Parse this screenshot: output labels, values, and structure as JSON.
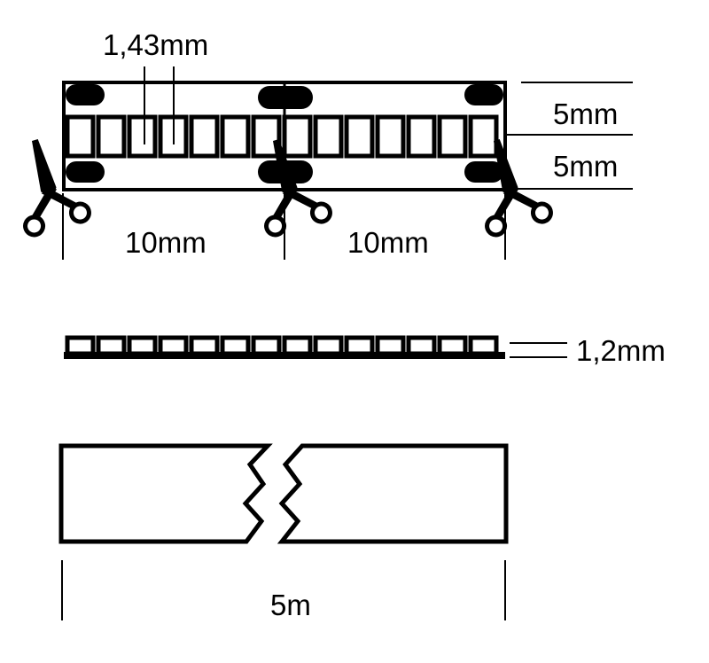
{
  "drawing": {
    "title": "LED strip technical dimension drawing",
    "line_color": "#000000",
    "background_color": "#ffffff",
    "views": [
      {
        "name": "top-view",
        "led_count": 14,
        "pad_count": 6,
        "cut_marker_count": 3
      },
      {
        "name": "side-view",
        "led_count": 14
      },
      {
        "name": "length-view",
        "break_symbol": "zigzag"
      }
    ]
  },
  "dimensions": {
    "led_pitch": "1,43mm",
    "strip_width_upper": "5mm",
    "strip_width_lower": "5mm",
    "cut_segment_left": "10mm",
    "cut_segment_right": "10mm",
    "thickness": "1,2mm",
    "total_length": "5m"
  },
  "icons": {
    "scissors": "scissors-icon"
  }
}
